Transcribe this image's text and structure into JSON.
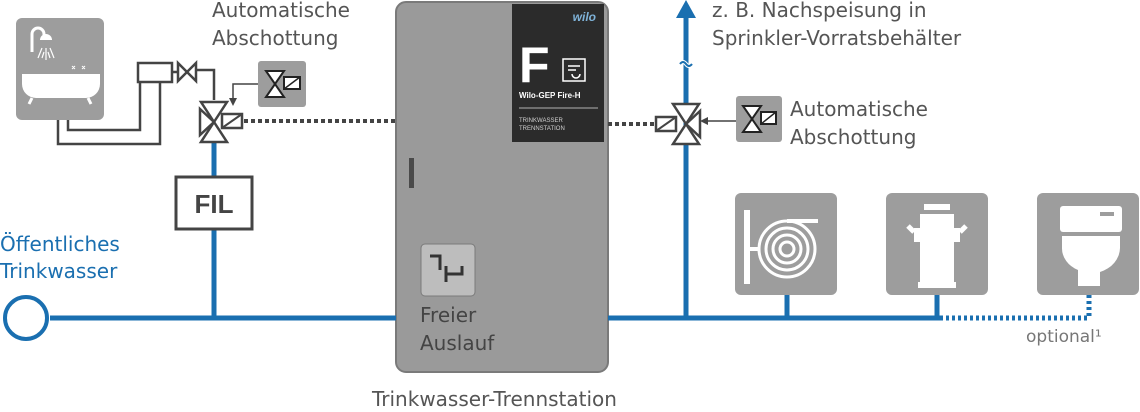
{
  "labels": {
    "auto_top_line1": "Automatische",
    "auto_top_line2": "Abschottung",
    "sprinkler_line1": "z. B. Nachspeisung in",
    "sprinkler_line2": "Sprinkler-Vorratsbehälter",
    "auto_right_line1": "Automatische",
    "auto_right_line2": "Abschottung",
    "public_line1": "Öffentliches",
    "public_line2": "Trinkwasser",
    "freier_line1": "Freier",
    "freier_line2": "Auslauf",
    "station_caption": "Trinkwasser-Trennstation",
    "optional": "optional¹",
    "filter": "FIL"
  },
  "product": {
    "brand": "wilo",
    "letter": "F",
    "name": "Wilo-GEP Fire-H",
    "sub_line1": "TRINKWASSER",
    "sub_line2": "TRENNSTATION"
  },
  "colors": {
    "pipe_blue": "#1a6fb0",
    "pipe_gray": "#444444",
    "station_gray": "#9a9a9a",
    "panel_dark": "#2b2b2b",
    "icon_box": "#9d9d9d",
    "text_gray": "#555555"
  },
  "icons": [
    "bathtub-shower-icon",
    "hose-reel-icon",
    "hydrant-icon",
    "toilet-icon",
    "free-outlet-icon",
    "valve-actuator-icon"
  ]
}
